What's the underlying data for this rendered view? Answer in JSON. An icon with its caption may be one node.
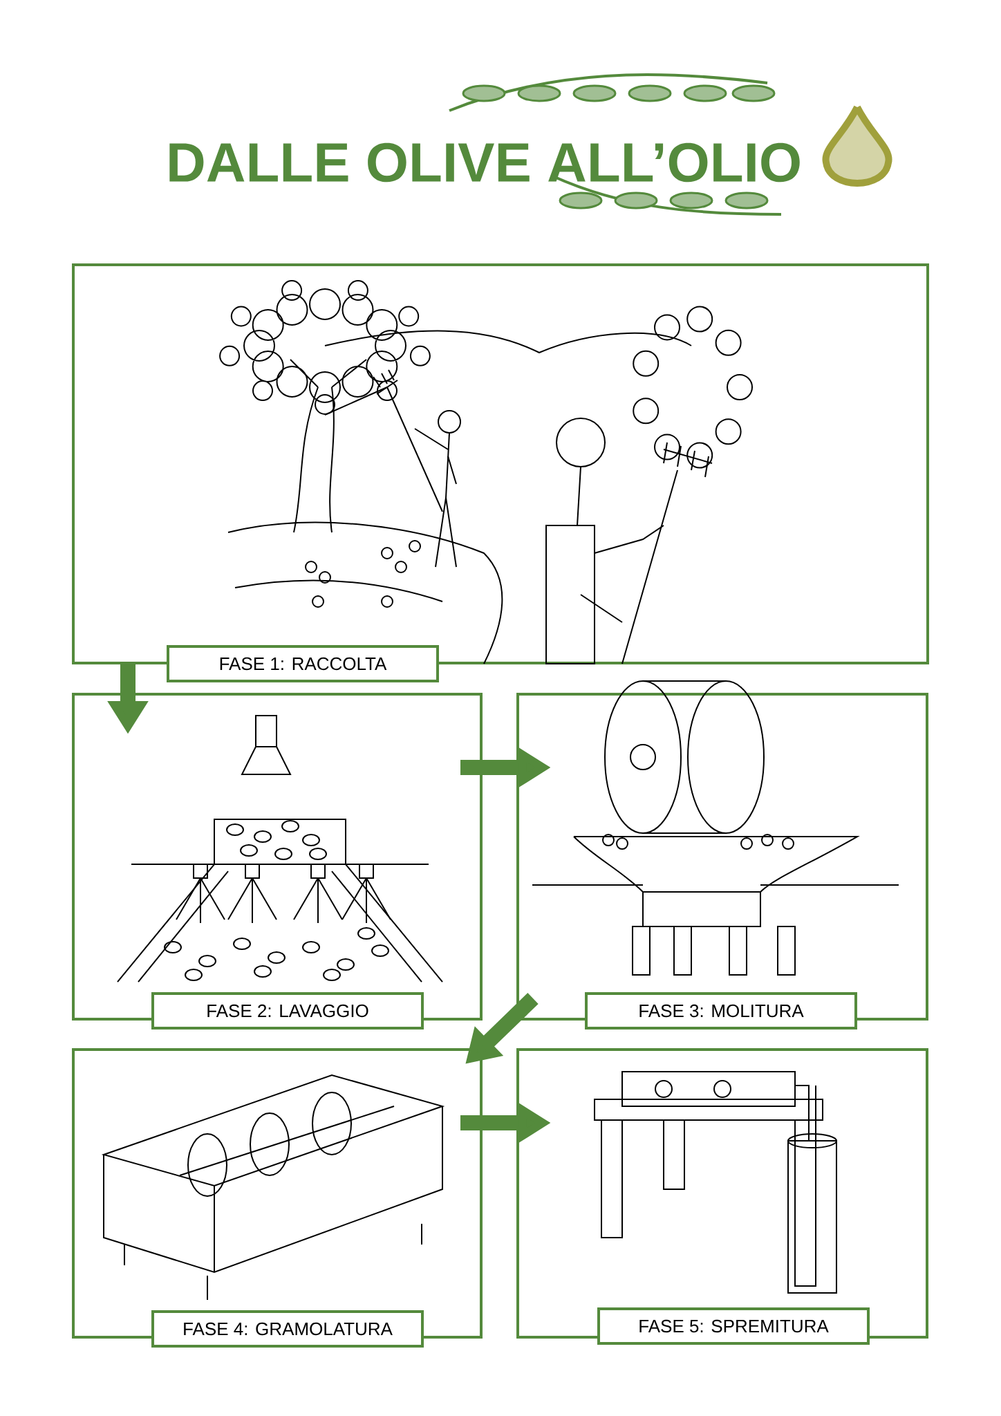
{
  "diagram": {
    "title": "DALLE OLIVE ALL’OLIO",
    "nodes": [
      {
        "text": [
          "FASE 1: RACCOLTA"
        ]
      },
      {
        "text": [
          "FASE 2: LAVAGGIO"
        ]
      },
      {
        "text": [
          "FASE 3: MOLITURA"
        ]
      },
      {
        "text": [
          "FASE 4: GRAMOLATURA"
        ]
      },
      {
        "text": [
          "FASE 5: SPREMITURA"
        ]
      }
    ],
    "edges": [
      {
        "from": 0,
        "to": 1,
        "arrow": "to"
      },
      {
        "from": 1,
        "to": 2,
        "arrow": "to"
      },
      {
        "from": 2,
        "to": 3,
        "arrow": "to"
      },
      {
        "from": 3,
        "to": 4,
        "arrow": "to"
      }
    ]
  }
}
